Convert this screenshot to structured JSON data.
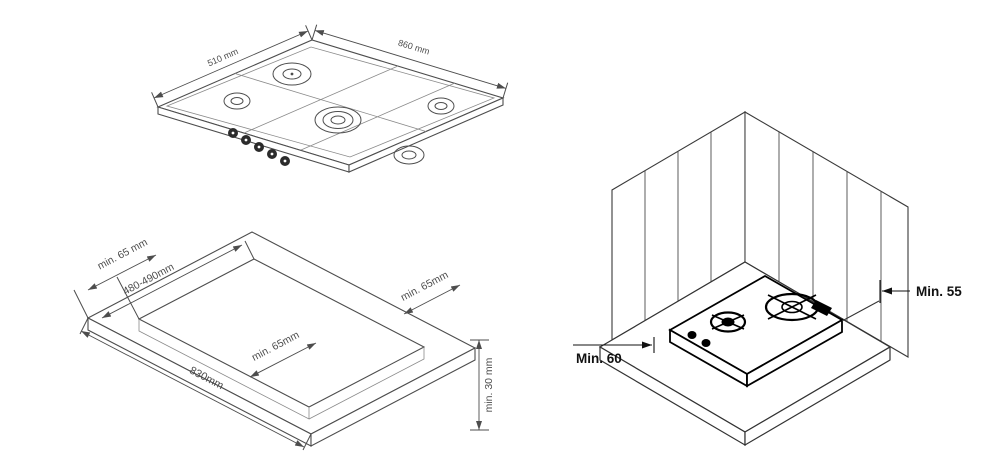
{
  "colors": {
    "background": "#ffffff",
    "line": "#4d4d4d",
    "dark_line": "#111111"
  },
  "hob_diagram": {
    "depth_label": "510 mm",
    "width_label": "860 mm"
  },
  "cutout_diagram": {
    "side_inset_label": "min. 65 mm",
    "cutout_depth_label": "480-490mm",
    "rear_inset_label": "min. 65mm",
    "front_inset_label": "min. 65mm",
    "cutout_width_label": "830mm",
    "worktop_thickness_label": "min. 30 mm"
  },
  "installation_diagram": {
    "side_clearance_label": "Min. 55",
    "rear_clearance_label": "Min. 60"
  }
}
